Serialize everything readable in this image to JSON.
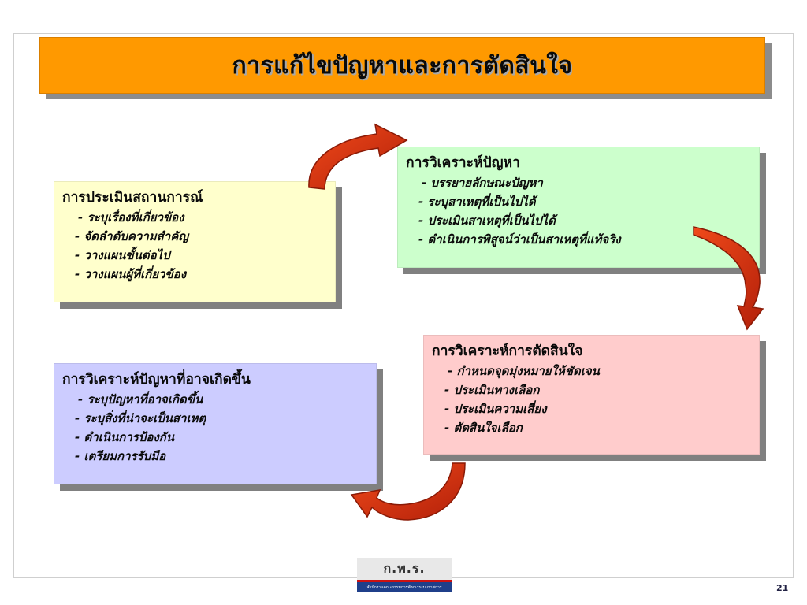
{
  "title": "การแก้ไขปัญหาและการตัดสินใจ",
  "colors": {
    "title_bg": "#ff9900",
    "box_situation": "#ffffcc",
    "box_problem": "#ccffcc",
    "box_decision": "#ffcccc",
    "box_potential": "#ccccff",
    "arrow": "#d82a0e"
  },
  "boxes": {
    "situation": {
      "title": "การประเมินสถานการณ์",
      "items": [
        "- ระบุเรื่องที่เกี่ยวข้อง",
        "- จัดลำดับความสำคัญ",
        "- วางแผนขั้นต่อไป",
        "- วางแผนผู้ที่เกี่ยวข้อง"
      ]
    },
    "problem": {
      "title": "การวิเคราะห์ปัญหา",
      "items": [
        "- บรรยายลักษณะปัญหา",
        "- ระบุสาเหตุที่เป็นไปได้",
        "- ประเมินสาเหตุที่เป็นไปได้",
        "- ดำเนินการพิสูจน์ว่าเป็นสาเหตุที่แท้จริง"
      ]
    },
    "decision": {
      "title": "การวิเคราะห์การตัดสินใจ",
      "items": [
        "- กำหนดจุดมุ่งหมายให้ชัดเจน",
        "- ประเมินทางเลือก",
        "- ประเมินความเสี่ยง",
        "- ตัดสินใจเลือก"
      ]
    },
    "potential": {
      "title": "การวิเคราะห์ปัญหาที่อาจเกิดขึ้น",
      "items": [
        "- ระบุปัญหาที่อาจเกิดขึ้น",
        "- ระบุสิ่งที่น่าจะเป็นสาเหตุ",
        "- ดำเนินการป้องกัน",
        "- เตรียมการรับมือ"
      ]
    },
    "_icons": [
      "curved-arrow-icon"
    ]
  },
  "footer": {
    "logo_text": "ก.พ.ร.",
    "logo_subtext": "สำนักงานคณะกรรมการพัฒนาระบบราชการ",
    "page_number": "21"
  }
}
